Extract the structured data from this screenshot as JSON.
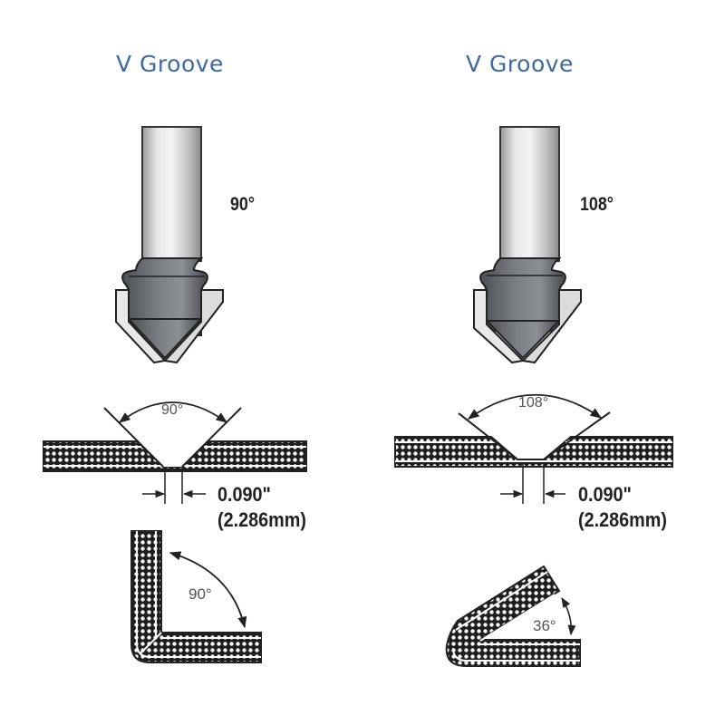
{
  "panels": [
    {
      "title": "V Groove",
      "bit_angle_label": "90°",
      "groove_angle_label": "90°",
      "tip_width_in": "0.090\"",
      "tip_width_mm": "(2.286mm)",
      "fold_angle_label": "90°"
    },
    {
      "title": "V Groove",
      "bit_angle_label": "108°",
      "groove_angle_label": "108°",
      "tip_width_in": "0.090\"",
      "tip_width_mm": "(2.286mm)",
      "fold_angle_label": "36°"
    }
  ],
  "colors": {
    "title": "#3f6aa1",
    "ink": "#222222",
    "shank": "#c9c9c9",
    "body": "#6b6e72"
  }
}
